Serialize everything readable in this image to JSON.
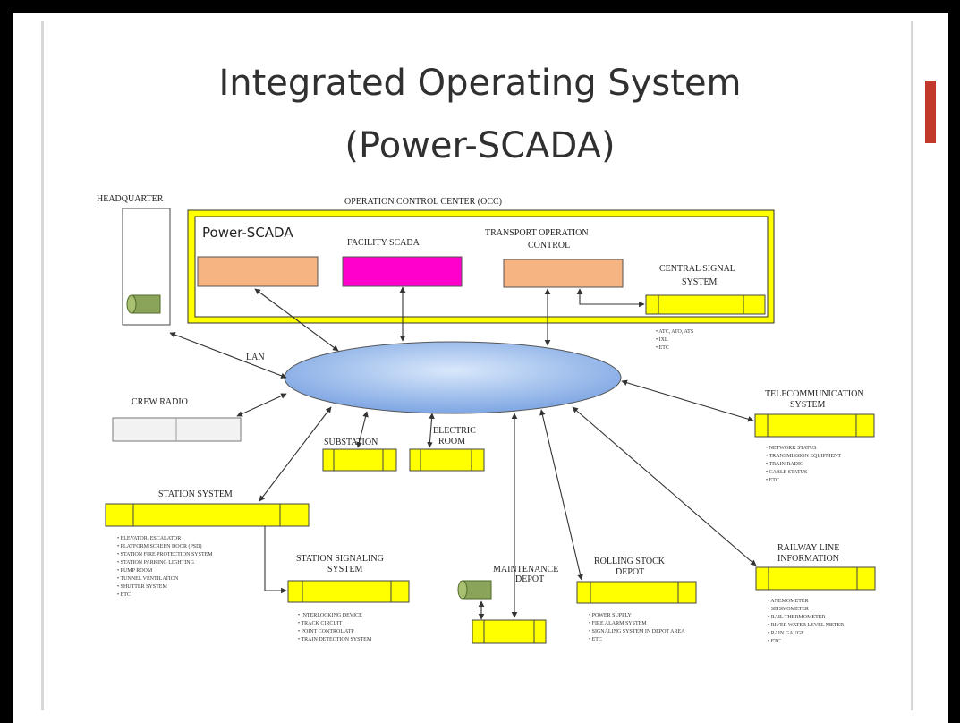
{
  "title": {
    "line1": "Integrated Operating System",
    "line2": "(Power-SCADA)"
  },
  "diagram": {
    "headquarter": "HEADQUARTER",
    "occ_title": "OPERATION CONTROL CENTER  (OCC)",
    "power_scada": "Power-SCADA",
    "facility_scada": "FACILITY  SCADA",
    "transport_line1": "TRANSPORT OPERATION",
    "transport_line2": "CONTROL",
    "central_signal_line1": "CENTRAL  SIGNAL",
    "central_signal_line2": "SYSTEM",
    "central_signal_bullets": [
      "ATC, ATO, ATS",
      "IXL",
      "ETC"
    ],
    "lan": "LAN",
    "crew_radio": "CREW RADIO",
    "substation": "SUBSTATION",
    "electric_line1": "ELECTRIC",
    "electric_line2": "ROOM",
    "telecom_line1": "TELECOMMUNICATION",
    "telecom_line2": "SYSTEM",
    "telecom_bullets": [
      "NETWORK STATUS",
      "TRANSMISSION EQUIPMENT",
      "TRAIN RADIO",
      "CABLE STATUS",
      "ETC"
    ],
    "station_system": "STATION SYSTEM",
    "station_bullets": [
      "ELEVATOR, ESCALATOR",
      "PLATFORM SCREEN DOOR (PSD)",
      "STATION FIRE PROTECTION SYSTEM",
      "STATION PARKING LIGHTING",
      "PUMP ROOM",
      "TUNNEL VENTILATION",
      "SHUTTER SYSTEM",
      "ETC"
    ],
    "station_signal_line1": "STATION SIGNALING",
    "station_signal_line2": "SYSTEM",
    "station_signal_bullets": [
      "INTERLOCKING DEVICE",
      "TRACK CIRCUIT",
      "POINT CONTROL ATP",
      "TRAIN DETECTION SYSTEM"
    ],
    "maintenance_line1": "MAINTENANCE",
    "maintenance_line2": "DEPOT",
    "rolling_stock_line1": "ROLLING STOCK",
    "rolling_stock_line2": "DEPOT",
    "rolling_stock_bullets": [
      "POWER SUPPLY",
      "FIRE ALARM SYSTEM",
      "SIGNALING SYSTEM IN DEPOT AREA",
      "ETC"
    ],
    "railway_line1": "RAILWAY LINE",
    "railway_line2": "INFORMATION",
    "railway_bullets": [
      "ANEMOMETER",
      "SEISMOMETER",
      "RAIL THERMOMETER",
      "RIVER WATER LEVEL METER",
      "RAIN GAUGE",
      "ETC"
    ],
    "colors": {
      "occ_fill": "#ffff00",
      "equip_fill": "#ffff00",
      "power_scada_fill": "#f6b482",
      "facility_fill": "#ff00cc",
      "lan_fill": "#8fb4e8",
      "db_fill": "#8aa45a"
    }
  }
}
